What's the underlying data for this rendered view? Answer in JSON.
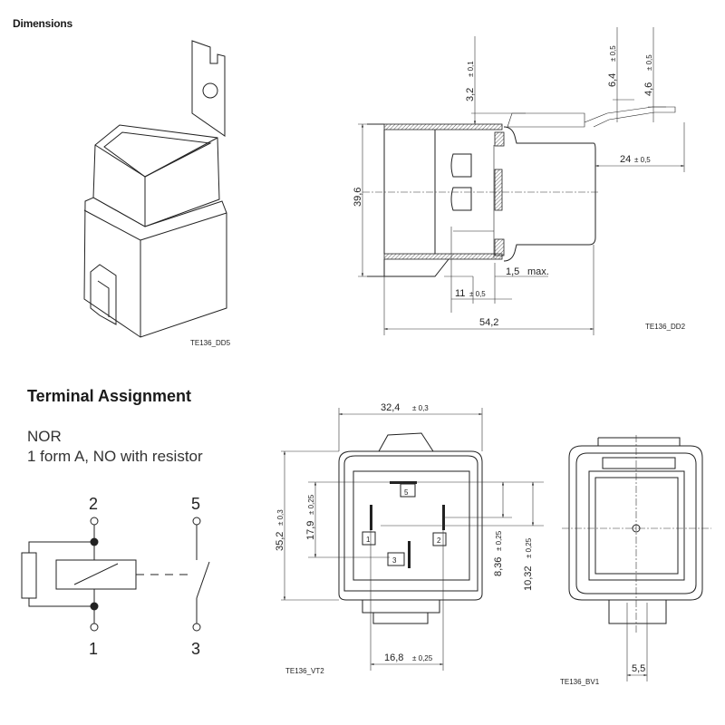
{
  "headings": {
    "dimensions": "Dimensions",
    "terminal_assignment": "Terminal Assignment"
  },
  "terminal_assignment": {
    "type_code": "NOR",
    "description": "1 form A, NO with resistor",
    "terminals": [
      "2",
      "5",
      "1",
      "3"
    ]
  },
  "drawing_refs": {
    "perspective": "TE136_DD5",
    "side_view": "TE136_DD2",
    "front_view": "TE136_VT2",
    "bottom_view": "TE136_BV1"
  },
  "side_view_dims": {
    "d_3_2": "3,2",
    "d_3_2_tol": "± 0,1",
    "d_6_4": "6,4",
    "d_6_4_tol": "± 0,5",
    "d_4_6": "4,6",
    "d_4_6_tol": "± 0,5",
    "d_24": "24",
    "d_24_tol": "± 0,5",
    "d_39_6": "39,6",
    "d_1_5": "1,5",
    "d_1_5_note": "max.",
    "d_11": "11",
    "d_11_tol": "± 0,5",
    "d_54_2": "54,2"
  },
  "front_view_dims": {
    "d_32_4": "32,4",
    "d_32_4_tol": "± 0,3",
    "d_35_2": "35,2",
    "d_35_2_tol": "± 0,3",
    "d_17_9": "17,9",
    "d_17_9_tol": "± 0,25",
    "d_8_36": "8,36",
    "d_8_36_tol": "± 0,25",
    "d_10_32": "10,32",
    "d_10_32_tol": "± 0,25",
    "d_16_8": "16,8",
    "d_16_8_tol": "± 0,25",
    "pin_labels": [
      "5",
      "1",
      "2",
      "3"
    ]
  },
  "bottom_view_dims": {
    "d_5_5": "5,5"
  }
}
